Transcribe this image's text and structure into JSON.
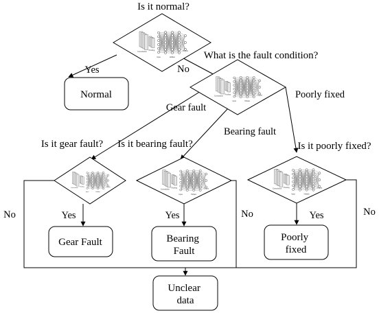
{
  "questions": {
    "is_normal": "Is it normal?",
    "fault_condition": "What is the fault condition?",
    "gear_fault": "Is it gear fault?",
    "bearing_fault": "Is it bearing fault?",
    "poorly_fixed": "Is it poorly fixed?"
  },
  "edge_labels": {
    "yes_normal": "Yes",
    "no_normal": "No",
    "gear_fault": "Gear fault",
    "bearing_fault": "Bearing fault",
    "poorly_fixed": "Poorly fixed",
    "yes_gear": "Yes",
    "yes_bearing": "Yes",
    "yes_poorly": "Yes",
    "no_left": "No",
    "no_middle": "No",
    "no_right": "No"
  },
  "boxes": {
    "normal": [
      "Normal"
    ],
    "gear_fault": [
      "Gear Fault"
    ],
    "bearing_fault": [
      "Bearing",
      "Fault"
    ],
    "poorly_fixed": [
      "Poorly",
      "fixed"
    ],
    "unclear": [
      "Unclear",
      "data"
    ]
  },
  "cnn_labels": [
    "Convolution",
    "Pooling",
    "Input",
    "Hidden",
    "Output"
  ]
}
